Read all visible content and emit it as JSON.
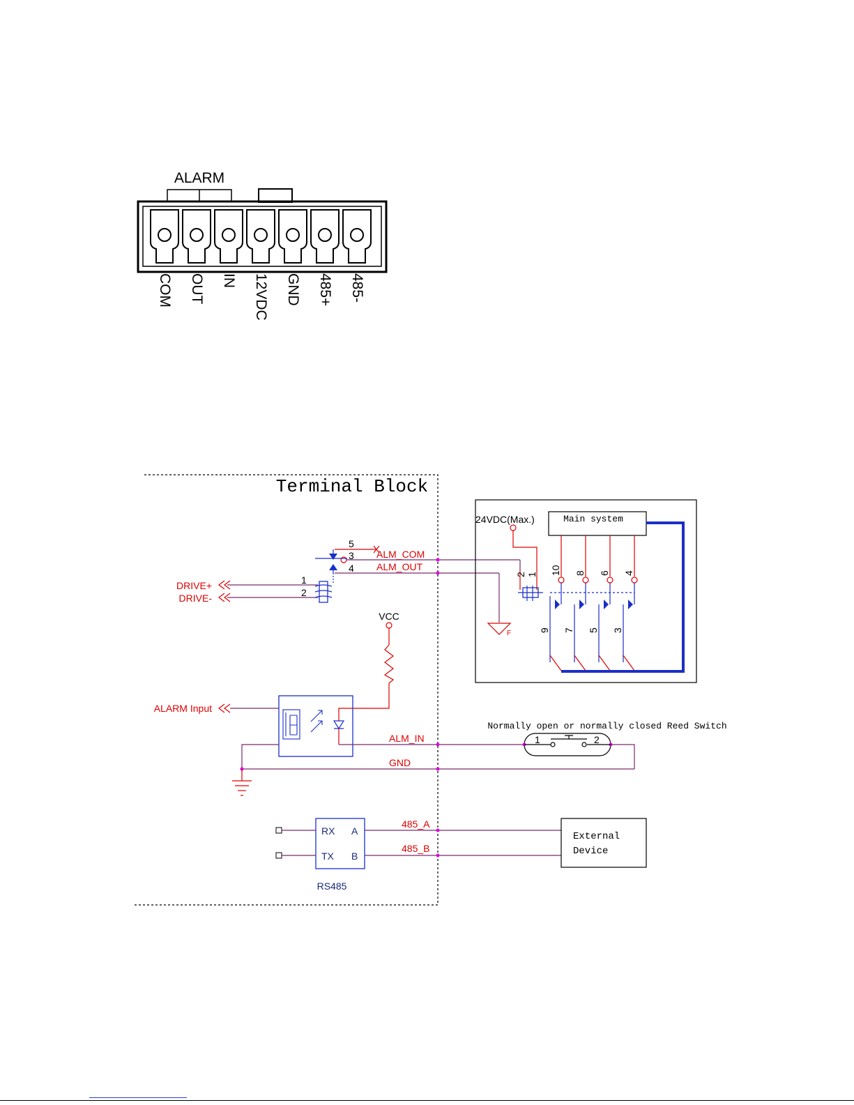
{
  "connector": {
    "group_label": "ALARM",
    "pins": [
      "COM",
      "OUT",
      "IN",
      "12VDC",
      "GND",
      "485+",
      "485-"
    ]
  },
  "schematic": {
    "block_title": "Terminal Block",
    "relay_pins": [
      "5",
      "3",
      "4",
      "1",
      "2"
    ],
    "net_alm_com": "ALM_COM",
    "net_alm_out": "ALM_OUT",
    "drive_plus": "DRIVE+",
    "drive_minus": "DRIVE-",
    "vcc": "VCC",
    "alarm_input": "ALARM Input",
    "net_alm_in": "ALM_IN",
    "net_gnd": "GND",
    "reed_switch_caption": "Normally open or normally closed Reed Switch",
    "reed_pin_1": "1",
    "reed_pin_2": "2",
    "rs485_rx": "RX",
    "rs485_tx": "TX",
    "rs485_a": "A",
    "rs485_b": "B",
    "rs485_label": "RS485",
    "net_485_a": "485_A",
    "net_485_b": "485_B",
    "external_device_line1": "External",
    "external_device_line2": "Device",
    "ground_flag": "F",
    "main_system": {
      "supply_label": "24VDC(Max.)",
      "title": "Main system",
      "coil_pins": [
        "2",
        "1"
      ],
      "top_pins": [
        "10",
        "8",
        "6",
        "4"
      ],
      "bottom_pins": [
        "9",
        "7",
        "5",
        "3"
      ]
    }
  },
  "colors": {
    "wire_red": "#e00000",
    "wire_purple": "#7a2a6a",
    "component_blue": "#1a2fc8",
    "node_magenta": "#e000e0",
    "label_navy": "#1a2a7a"
  }
}
